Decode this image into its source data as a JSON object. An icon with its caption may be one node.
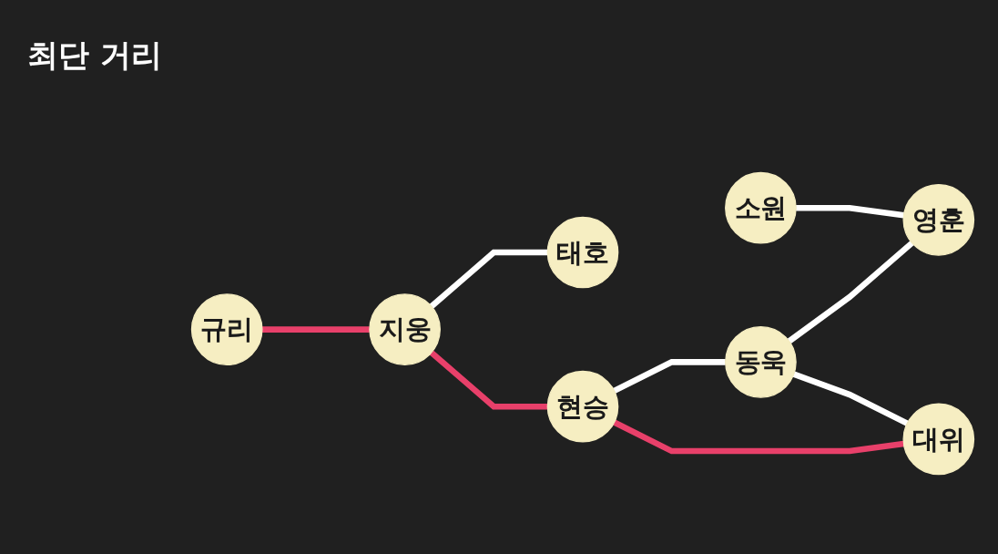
{
  "diagram": {
    "title": "최단 거리",
    "nodes": [
      {
        "text": [
          "규리"
        ]
      },
      {
        "text": [
          "지웅"
        ]
      },
      {
        "text": [
          "태호"
        ]
      },
      {
        "text": [
          "소원"
        ]
      },
      {
        "text": [
          "현승"
        ]
      },
      {
        "text": [
          "동욱"
        ]
      },
      {
        "text": [
          "영훈"
        ]
      },
      {
        "text": [
          "대위"
        ]
      }
    ],
    "edges": [
      {
        "from": 0,
        "to": 1,
        "arrow": "none",
        "color": "#e8406a"
      },
      {
        "from": 1,
        "to": 2,
        "arrow": "none"
      },
      {
        "from": 1,
        "to": 4,
        "arrow": "none",
        "color": "#e8406a"
      },
      {
        "from": 3,
        "to": 6,
        "arrow": "none"
      },
      {
        "from": 4,
        "to": 5,
        "arrow": "none"
      },
      {
        "from": 5,
        "to": 6,
        "arrow": "none"
      },
      {
        "from": 4,
        "to": 7,
        "arrow": "none",
        "color": "#e8406a"
      },
      {
        "from": 5,
        "to": 7,
        "arrow": "none"
      }
    ]
  }
}
